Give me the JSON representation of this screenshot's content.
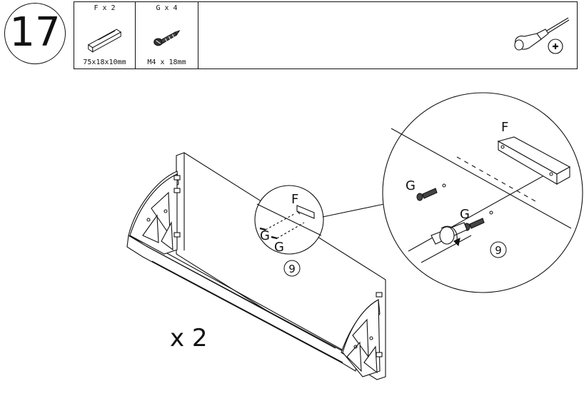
{
  "step": {
    "number": "17"
  },
  "parts": [
    {
      "label": "F x 2",
      "dimension": "75x18x10mm",
      "icon": "wooden-dowel-bar-icon"
    },
    {
      "label": "G x 4",
      "dimension": "M4 x 18mm",
      "icon": "screw-icon"
    }
  ],
  "tool": {
    "icon": "phillips-screwdriver-icon"
  },
  "drawing": {
    "callout_small": {
      "part_f": "F",
      "part_g_1": "G",
      "part_g_2": "G",
      "screw_count": "9"
    },
    "callout_large": {
      "part_f": "F",
      "part_g_1": "G",
      "part_g_2": "G",
      "screw_count": "9"
    }
  },
  "quantity": "x 2"
}
